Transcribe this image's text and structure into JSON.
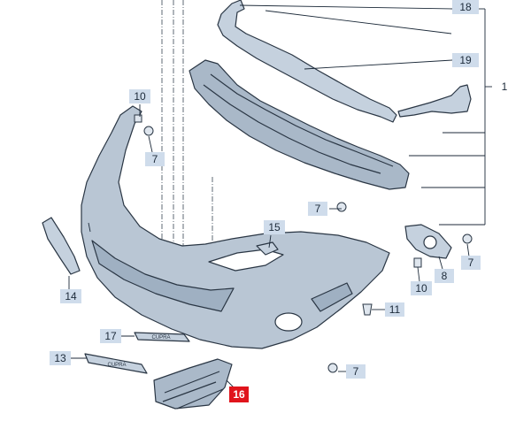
{
  "diagram": {
    "callouts": [
      {
        "id": "c1",
        "label": "1"
      },
      {
        "id": "c7a",
        "label": "7"
      },
      {
        "id": "c7b",
        "label": "7"
      },
      {
        "id": "c7c",
        "label": "7"
      },
      {
        "id": "c7d",
        "label": "7"
      },
      {
        "id": "c8",
        "label": "8"
      },
      {
        "id": "c10a",
        "label": "10"
      },
      {
        "id": "c10b",
        "label": "10"
      },
      {
        "id": "c11",
        "label": "11"
      },
      {
        "id": "c13",
        "label": "13"
      },
      {
        "id": "c14",
        "label": "14"
      },
      {
        "id": "c15",
        "label": "15"
      },
      {
        "id": "c16",
        "label": "16",
        "highlighted": true
      },
      {
        "id": "c17",
        "label": "17"
      },
      {
        "id": "c18",
        "label": "18"
      },
      {
        "id": "c19",
        "label": "19"
      }
    ],
    "trim_strip_lettering": "CUPRA",
    "highlight_color": "#e0141c",
    "callout_color": "#cfdceb",
    "part_color": "#b9c6d4"
  }
}
